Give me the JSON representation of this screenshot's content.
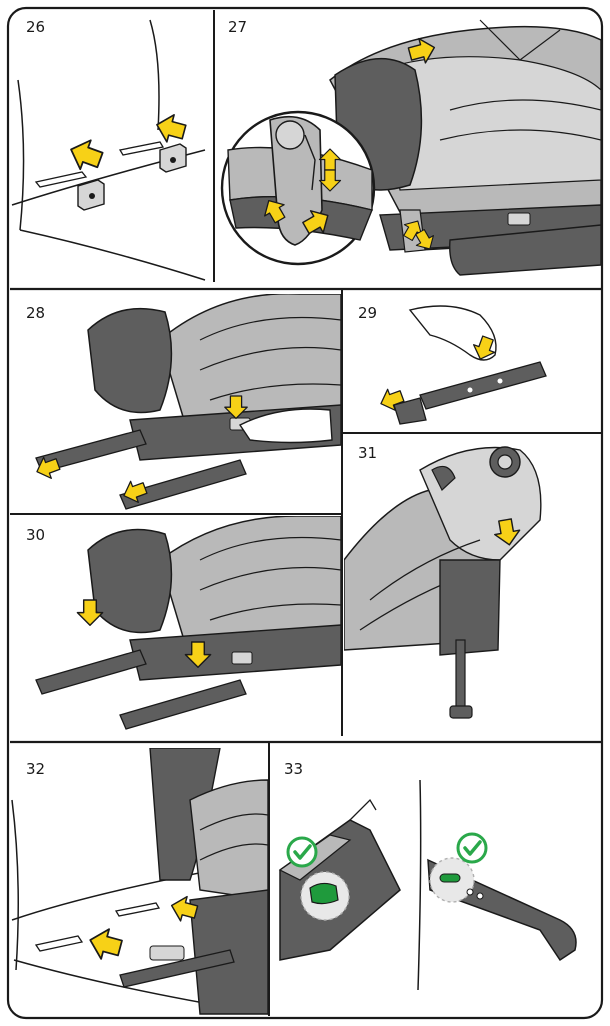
{
  "steps": [
    {
      "number": "26"
    },
    {
      "number": "27"
    },
    {
      "number": "28"
    },
    {
      "number": "29"
    },
    {
      "number": "30"
    },
    {
      "number": "31"
    },
    {
      "number": "32"
    },
    {
      "number": "33"
    }
  ],
  "colors": {
    "border": "#1a1a1a",
    "seat_gray": "#b9b9b9",
    "seat_dark": "#5e5e5e",
    "seat_light": "#d6d6d6",
    "arrow_yellow": "#f7d117",
    "check_green": "#2aa84a",
    "indicator_green": "#1f9a3c",
    "background": "#ffffff"
  },
  "icons": [
    "arrow-icon",
    "checkmark-icon",
    "hand-icon",
    "isofix-anchor-icon"
  ]
}
